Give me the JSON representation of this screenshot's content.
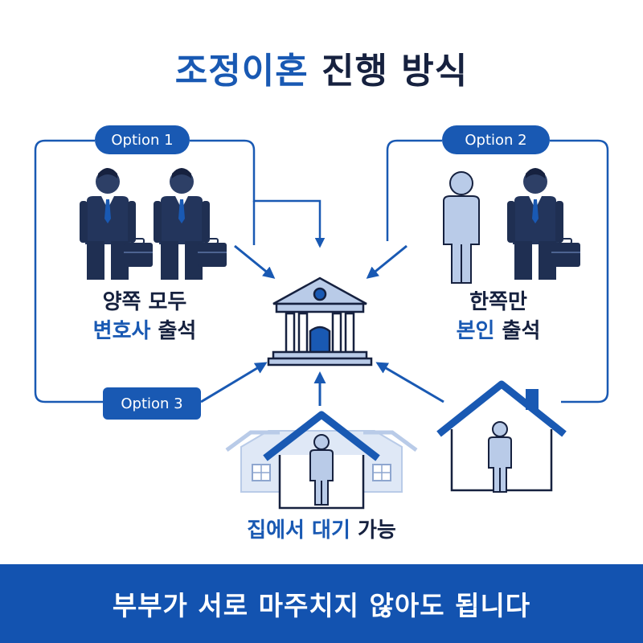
{
  "title": {
    "part1": "조정이혼",
    "part2": "진행 방식"
  },
  "options": [
    {
      "label": "Option 1",
      "line1": "양쪽 모두",
      "line2_blue": "변호사",
      "line2_dark": "출석"
    },
    {
      "label": "Option 2",
      "line1": "한쪽만",
      "line2_blue": "본인",
      "line2_dark": "출석"
    },
    {
      "label": "Option 3",
      "line1_blue": "집에서 대기",
      "line1_dark": "가능"
    }
  ],
  "footer": "부부가 서로 마주치지 않아도 됩니다",
  "colors": {
    "accent": "#1959b3",
    "navy": "#16213f",
    "light_blue": "#b9cbe8",
    "footer_bg": "#1353b0"
  },
  "icons": [
    "lawyer-icon",
    "person-icon",
    "courthouse-icon",
    "house-icon",
    "briefcase-icon"
  ]
}
